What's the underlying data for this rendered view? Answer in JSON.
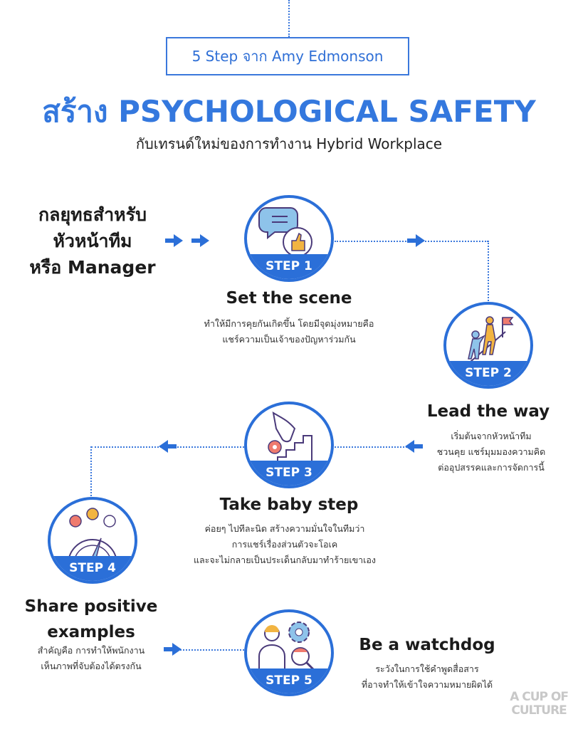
{
  "header": {
    "tag": "5 Step จาก Amy Edmonson",
    "title": "สร้าง PSYCHOLOGICAL SAFETY",
    "subtitle": "กับเทรนด์ใหม่ของการทำงาน Hybrid Workplace"
  },
  "lead": {
    "lines": [
      "กลยุทธสำหรับ",
      "หัวหน้าทีม",
      "หรือ Manager"
    ]
  },
  "colors": {
    "accent": "#2b6fd8",
    "title": "#3478de",
    "text": "#1b1b1b"
  },
  "steps": [
    {
      "badge": "STEP 1",
      "icon": "chat-thumbs-up-icon",
      "title": "Set the scene",
      "desc": [
        "ทำให้มีการคุยกันเกิดขึ้น โดยมีจุดมุ่งหมายคือ",
        "แชร์ความเป็นเจ้าของปัญหาร่วมกัน"
      ]
    },
    {
      "badge": "STEP 2",
      "icon": "climbing-flag-icon",
      "title": "Lead the way",
      "desc": [
        "เริ่มต้นจากหัวหน้าทีม",
        "ชวนคุย แชร์มุมมองความคิด",
        "ต่ออุปสรรคและการจัดการนี้"
      ]
    },
    {
      "badge": "STEP 3",
      "icon": "hand-stairs-icon",
      "title": "Take baby step",
      "desc": [
        "ค่อยๆ ไปทีละนิด สร้างความมั่นใจในทีมว่า",
        "การแชร์เรื่องส่วนตัวจะโอเค",
        "และจะไม่กลายเป็นประเด็นกลับมาทำร้ายเขาเอง"
      ]
    },
    {
      "badge": "STEP 4",
      "icon": "mood-gauge-icon",
      "title": [
        "Share positive",
        "examples"
      ],
      "desc": [
        "สำคัญคือ การทำให้พนักงาน",
        "เห็นภาพที่จับต้องได้ตรงกัน"
      ]
    },
    {
      "badge": "STEP 5",
      "icon": "person-gear-magnifier-icon",
      "title": "Be a watchdog",
      "desc": [
        "ระวังในการใช้คำพูดสื่อสาร",
        "ที่อาจทำให้เข้าใจความหมายผิดได้"
      ]
    }
  ],
  "watermark": "A CUP OF CULTURE"
}
